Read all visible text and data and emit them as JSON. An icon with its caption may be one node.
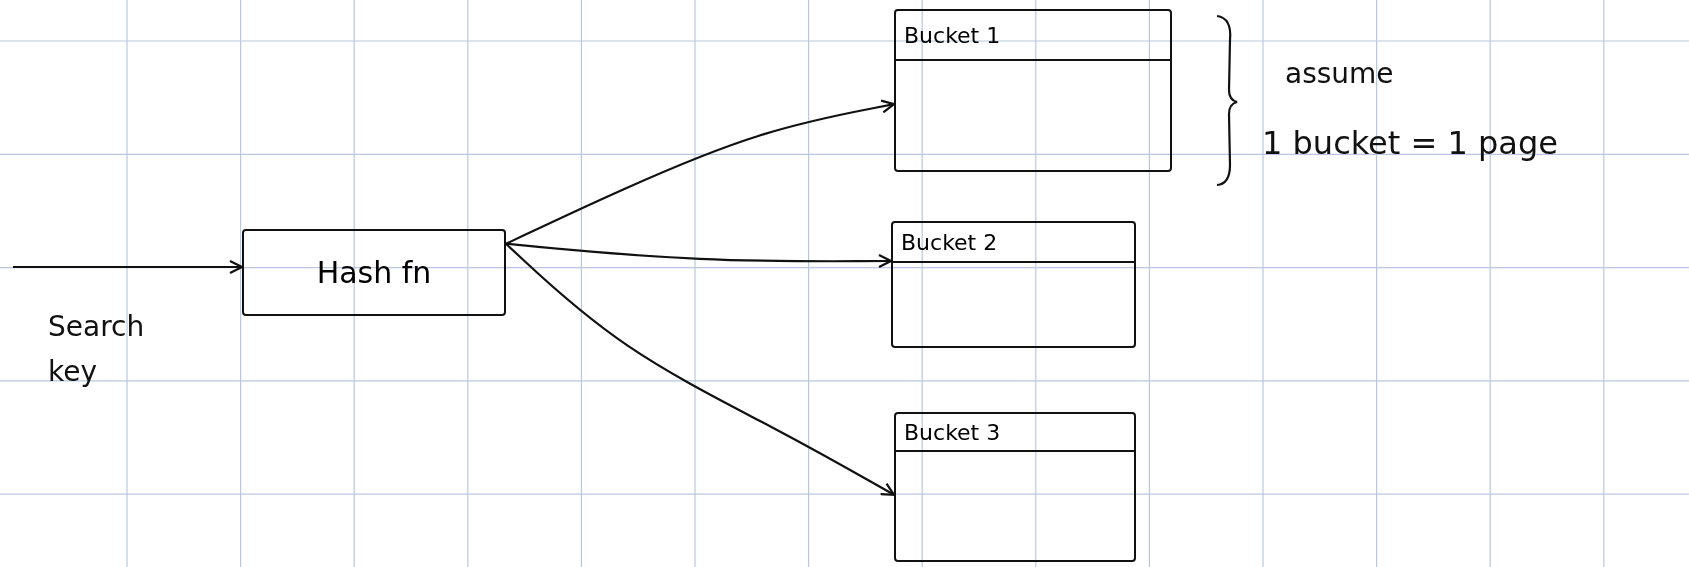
{
  "diagram": {
    "nodes": [
      {
        "text": [
          "Hash fn"
        ]
      },
      {
        "text": [
          "Bucket 1"
        ]
      },
      {
        "text": [
          "Bucket 2"
        ]
      },
      {
        "text": [
          "Bucket 3"
        ]
      }
    ],
    "edges": [
      {
        "from": null,
        "to": 0,
        "arrow": "to"
      },
      {
        "from": 0,
        "to": 1,
        "arrow": "to"
      },
      {
        "from": 0,
        "to": 2,
        "arrow": "to"
      },
      {
        "from": 0,
        "to": 3,
        "arrow": "to"
      }
    ],
    "labels": [
      "Search key",
      "assume",
      "1 bucket = 1 page"
    ]
  }
}
